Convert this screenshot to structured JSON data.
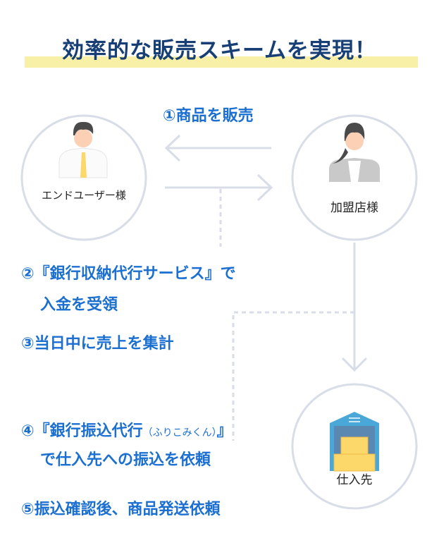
{
  "title": "効率的な販売スキームを実現！",
  "nodes": {
    "end_user": "エンドユーザー様",
    "merchant": "加盟店様",
    "supplier": "仕入先"
  },
  "steps": {
    "s1": "①商品を販売",
    "s2_line1": "②『銀行収納代行サービス』で",
    "s2_line2": "入金を受領",
    "s3": "③当日中に売上を集計",
    "s4_line1_a": "④『銀行振込代行",
    "s4_line1_b": "（ふりこみくん）",
    "s4_line1_c": "』",
    "s4_line2": "で仕入先への振込を依頼",
    "s5": "⑤振込確認後、商品発送依頼"
  },
  "colors": {
    "accent": "#1a6fd1",
    "title": "#173f75",
    "highlight": "#f7f0a6",
    "line": "#d8dde8"
  }
}
